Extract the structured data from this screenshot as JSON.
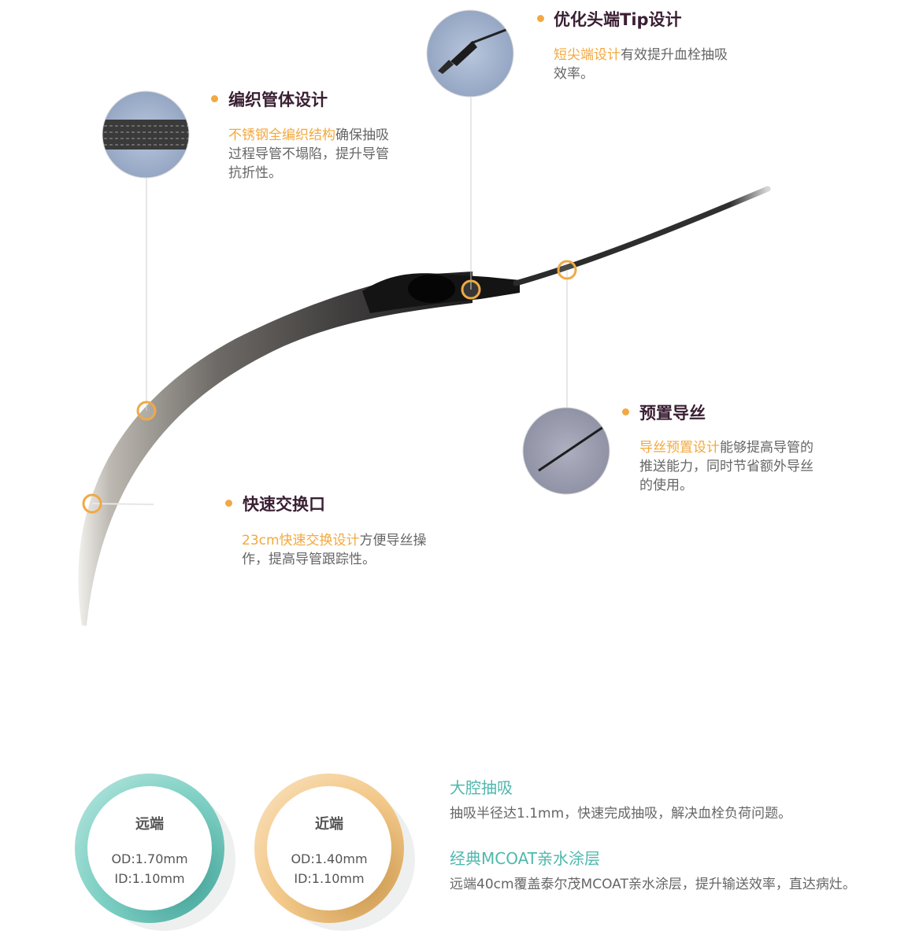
{
  "features": {
    "tip": {
      "title": "优化头端Tip设计",
      "highlight": "短尖端设计",
      "text": "有效提升血栓抽吸效率。"
    },
    "braid": {
      "title": "编织管体设计",
      "highlight": "不锈钢全编织结构",
      "text": "确保抽吸过程导管不塌陷，提升导管抗折性。"
    },
    "guidewire": {
      "title": "预置导丝",
      "highlight": "导丝预置设计",
      "text": "能够提高导管的推送能力，同时节省额外导丝的使用。"
    },
    "exchange": {
      "title": "快速交换口",
      "highlight": "23cm快速交换设计",
      "text": "方便导丝操作，提高导管跟踪性。"
    }
  },
  "specs": {
    "distal": {
      "title": "远端",
      "od": "OD:1.70mm",
      "id": "ID:1.10mm",
      "color": "#7fd0c4"
    },
    "proximal": {
      "title": "近端",
      "od": "OD:1.40mm",
      "id": "ID:1.10mm",
      "color": "#f3c98a"
    }
  },
  "benefits": {
    "lumen": {
      "title": "大腔抽吸",
      "text": "抽吸半径达1.1mm，快速完成抽吸，解决血栓负荷问题。"
    },
    "coating": {
      "title": "经典MCOAT亲水涂层",
      "text": "远端40cm覆盖泰尔茂MCOAT亲水涂层，提升输送效率，直达病灶。"
    }
  },
  "colors": {
    "accent": "#f0a945",
    "teal": "#4fb8ad",
    "title": "#3a1f33"
  }
}
